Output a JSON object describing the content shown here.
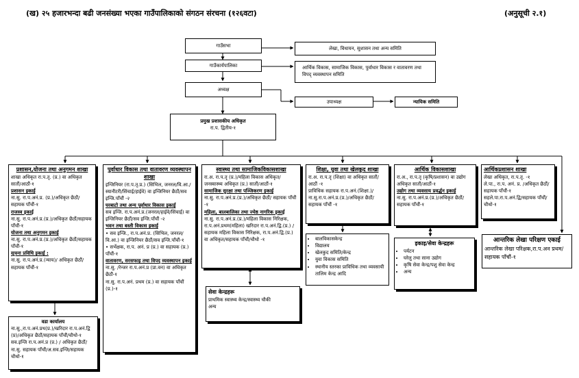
{
  "header": {
    "title": "(ख) २५ हजारभन्दा बढी जनसंख्या भएका गाउँपालिकाको संगठन संरचना (१२६वटा)",
    "annex": "(अनुसूची २.१)"
  },
  "top": {
    "gaunsabha": "गाउँसभा",
    "gaunsabha_side": "लेखा, विधायन, सुशासन तथा अन्य समिति",
    "karyapalika": "गाउँकार्यपालिका",
    "karyapalika_side": "आर्थिक विकास, सामाजिक विकास, पुर्वाधार विकास र वातावरण तथा विपद् व्यवस्थापन समिति",
    "adhyaksha": "अध्यक्ष",
    "upadhyaksha": "उपाध्यक्ष",
    "nyayik": "न्यायिक समिति",
    "cao_title": "प्रमुख प्रशासकीय अधिकृत",
    "cao_rank": "रा.प. द्वितीय-१"
  },
  "units": {
    "planning": {
      "title": "प्रशासन,योजना तथा अनुगमन शाखा",
      "lines": [
        "शाखा अधिकृत रा.प.तृ. (प्र.) वा अधिकृत सातौं/आठौं-१",
        "प्रशासन इकाई",
        "ना.सु. रा.प.अनं.प्र. (प्र.)/अधिकृत छैठौं/सहायक पाँचौं-१",
        "राजस्व इकाई",
        "ना.सु. रा.प.अनं.प्र.(प्र.)/अधिकृत छैठौं/सहायक पाँचौं-१",
        "योजना तथा अनुगमन इकाई",
        "ना.सु. रा.प.अनं.प्र.(प्र.)/अधिकृत छैठौं/सहायक पाँचौं-१",
        "सूचना प्रविधि इकाई :",
        "ना.सु. रा.प.अनं.प्र.(न्याय)/ अधिकृत छैठौं/सहायक पाँचौं-१"
      ]
    },
    "infra": {
      "title": "पुर्वाधार विकास तथा वातावरण व्यवस्थापन शाखा",
      "lines": [
        "इन्जिनियर (रा.प.तृ.प्र.) (सिभिल, जनरल/वि.आ./स्यानीटरी/सिंचाई/हाईवे) वा इन्जिनियर छैठौं/सव इन्जि.पाँचौं -२",
        "घरबाटो तथा अन्य पूर्वाधार विकास इकाई",
        "सव इन्जि. रा.प.अनं.प्र.(जनरल/हाईवे/सिंचाई) वा इन्जिनियर छैठौं/सव इन्जि.पाँचौं -२",
        "भवन तथा बस्ती विकास इकाई",
        "• सव इन्जि., रा.प.अनं.प्र. (सिभिल, जनरल/वि.आ.) वा इन्जिनियर छैठौं/सव इन्जि.पाँचौं-१",
        "• सर्भेक्षक, रा.प. अनं. प्र (प्र.) वा सहायक (प्र.) पाँचौं-१",
        "वातावरण, सरसफाइ तथा विपद् व्यवस्थापन इकाई",
        "ना.सु. /रेन्जर रा.प.अनं.प्र (प्रा.वन) वा अधिकृत छैठौं-१",
        "ना.सु. रा.प.अनं. प्रथम (प्र.) वा सहायक पाँचौं (प्र.)-१"
      ]
    },
    "health": {
      "title": "स्वास्थ्य तथा सामाजिकविकासशाखा",
      "lines": [
        "रा.अ. रा.प.तृ (प्र.)/महिला विकास अधिकृत/जनस्वास्थ्य अधिकृत (प्र.) सातौं/आठौं-१",
        "सामाजिक सुरक्षा तथा पञ्जिकरण इकाई",
        "ना.सु. रा.प.अनं.प्र.(प्र.)/अधिकृत छैठौं/ सहायक पाँचौं -१",
        "महिला, बालबालिका तथा ज्येष्ठ नागरिक इकाई",
        "ना.सु. रा.प.अनं.प्र.(प्र.)/महिला विकास निरिक्षक, रा.प.अनं.प्रथम(महिला) खरिदार रा.प.अनं.द्वि.(प्र.) /सहायक महिला विकास निरिक्षक, रा.प.अनं.द्वि.(प्र.) वा अधिकृत/सहायक पाँचौं/चौथो -१"
      ]
    },
    "education": {
      "title": "शिक्षा, युवा तथा खेलकुद शाखा",
      "lines": [
        "रा.अ. रा.प.तृ (शिक्षा) वा अधिकृत सातौं/आठौं -१",
        "प्राविधिक सहायक रा.प.अनं.(शिक्षा.)/ ना.सु.रा.प.अनं.प्र.(प्र.)/अधिकृत छैठौं/ सहायक पाँचौं -१"
      ]
    },
    "economic": {
      "title": "आर्थिक विकासशाखा",
      "lines": [
        "रा.अ., रा.प.तृ (कृषि/प्रशासन) वा उद्योग अधिकृत सातौं/आठौं-१",
        "उद्योग तथा व्यवसाय प्रवर्द्धन इकाई",
        "ना.सु. रा.प.अनं.प्र.(प्र.)/अधिकृत छैठौं/सहायक पाँचौं-१"
      ]
    },
    "finance": {
      "title": "आर्थिकप्रशासन शाखा",
      "lines": [
        "लेखा अधिकृत, रा.प.तृ. -१",
        "ले.पा., रा.प. अनं. प्र. /अधिकृत छैठौं/ सहायक पाँचौं-१",
        "सहले.पा.रा.प.अनं.द्वि/सहायक पाँचौं/चौथो-१"
      ]
    },
    "audit": {
      "title": "आन्तरिक लेखा परिक्षण एकाई",
      "lines": [
        "आन्तरिक लेखा परिक्षक,रा.प.अन प्रथम/सहायक पाँचौं-१"
      ]
    },
    "ward": {
      "title": "वडा कार्यालय",
      "lines": [
        "ना.सु.,रा.प.अनं.प्रथ(प्र.)/खरिदार रा.प.अनं.द्वि (प्र)/अधिकृत छैठौं/सहायक पाँचौं/चौथो-१",
        "सव.इन्जि रा.प.अनं.प्र (प्र.) / अधिकृत छैठौं/",
        "ना.सु. सहायक पाँचौं/अ.सव.इन्जि/सहायक चौथो-१"
      ]
    },
    "services": {
      "title": "सेवा केन्द्रहरू",
      "items": [
        "प्राथमिक स्वास्थ्य केन्द्र/स्वास्थ्य चौकी",
        "अन्य"
      ]
    },
    "edu_units": {
      "items": [
        "बालविकासकेन्द्र",
        "विद्यालय",
        "खेलकुद समिति/केन्द्र",
        "युवा विकास समिति",
        "स्थानीय स्तरका प्राविधिक तथा व्यवसायी तालिम केन्द्र आदि"
      ]
    },
    "econ_units": {
      "title": "इकाइ/सेवा केन्द्रहरू",
      "items": [
        "पर्यटन",
        "घरेलु तथा साना उद्योग",
        "कृषि सेवा केन्द्र/पशु सेवा केन्द्र",
        "अन्य"
      ]
    }
  }
}
